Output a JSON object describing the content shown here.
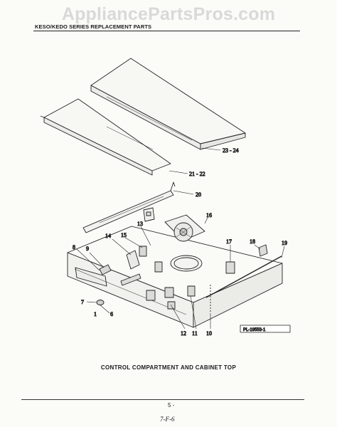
{
  "watermark": "AppliancePartsPros.com",
  "header": {
    "series": "KESO/KEDO SERIES REPLACEMENT PARTS"
  },
  "diagram": {
    "callouts": {
      "c23_24": "23 - 24",
      "c21_22": "21 - 22",
      "c20": "20",
      "c16": "16",
      "c13": "13",
      "c14": "14",
      "c15": "15",
      "c17": "17",
      "c18": "18",
      "c19": "19",
      "c8": "8",
      "c9": "9",
      "c7": "7",
      "c1": "1",
      "c6": "6",
      "c12": "12",
      "c11": "11",
      "c10": "10"
    },
    "ref_code": "PL-19553-1"
  },
  "caption": "CONTROL COMPARTMENT AND CABINET TOP",
  "footer": {
    "page_number": "5 -",
    "page_code": "7-F-6"
  }
}
